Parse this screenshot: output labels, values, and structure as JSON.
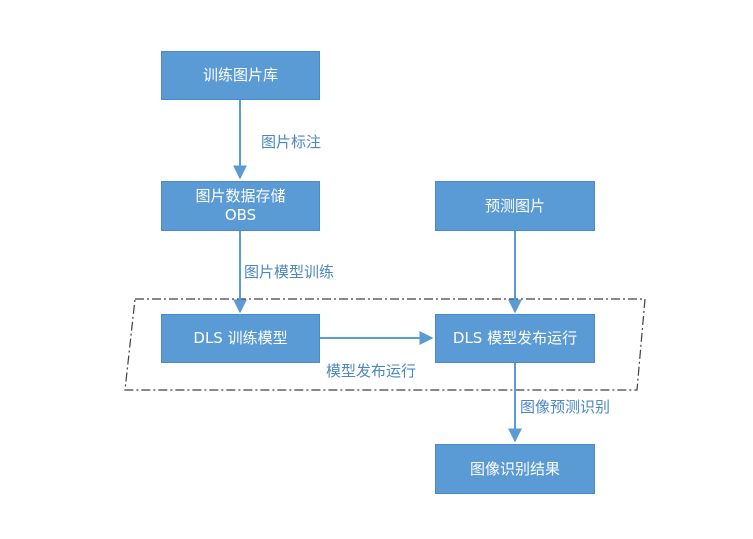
{
  "nodes": {
    "train_image_library": "训练图片库",
    "image_storage": {
      "line1": "图片数据存储",
      "line2": "OBS"
    },
    "predict_images": "预测图片",
    "dls_train_model": "DLS 训练模型",
    "dls_model_deploy": "DLS 模型发布运行",
    "recognition_result": "图像识别结果"
  },
  "edges": {
    "image_annotation": "图片标注",
    "image_model_training": "图片模型训练",
    "model_deploy_run": "模型发布运行",
    "image_predict_recognize": "图像预测识别"
  },
  "colors": {
    "box_fill": "#5b9bd5",
    "box_border": "#4a8ac6",
    "box_text": "#ffffff",
    "arrow": "#5b9bd5",
    "edge_label": "#4a86c5",
    "dashed_border": "#404040"
  }
}
